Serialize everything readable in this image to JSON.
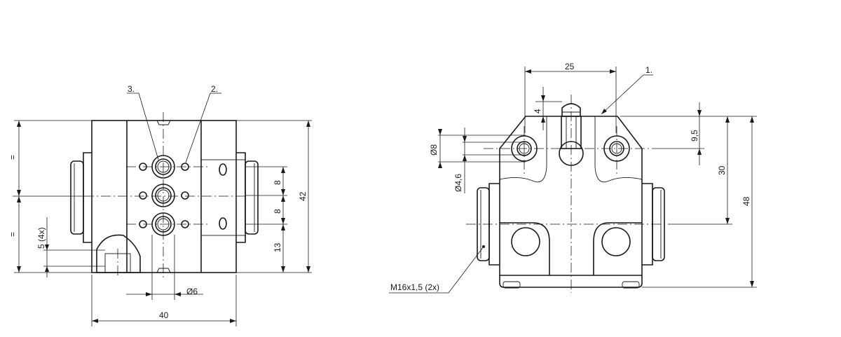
{
  "left_view": {
    "dims": {
      "width": "40",
      "height": "42",
      "pitch_upper": "8",
      "pitch_lower": "8",
      "bottom": "13",
      "hole": "Ø6",
      "eq_upper": "=",
      "eq_lower": "=",
      "mount": "5 (4x)"
    },
    "callouts": {
      "item3": "3.",
      "item2": "2."
    }
  },
  "right_view": {
    "dims": {
      "width": "25",
      "plunger": "4",
      "dia8": "Ø8",
      "dia46": "Ø4,6",
      "h95": "9,5",
      "h30": "30",
      "h48": "48",
      "thread": "M16x1,5 (2x)"
    },
    "callouts": {
      "item1": "1."
    }
  }
}
